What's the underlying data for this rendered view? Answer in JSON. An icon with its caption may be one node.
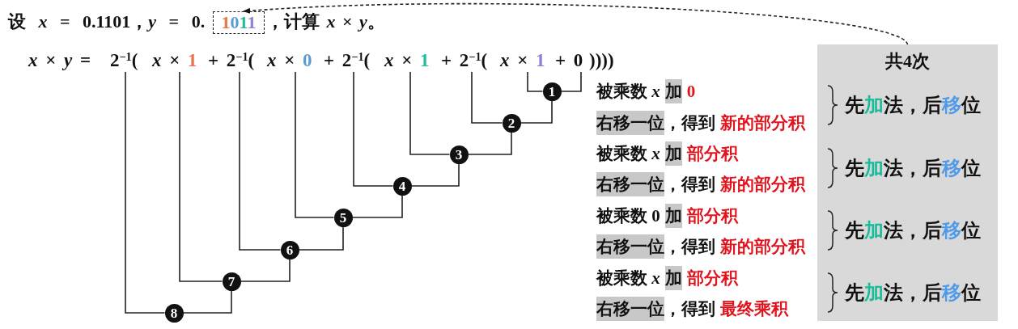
{
  "diagram": {
    "nodes": [
      {
        "text": [
          "1011"
        ]
      },
      {
        "text": [
          "2$^{−1}$("
        ]
      },
      {
        "text": [
          "*x* × 1"
        ]
      },
      {
        "text": [
          "+ 2$^{−1}$("
        ]
      },
      {
        "text": [
          "*x* × 0"
        ]
      },
      {
        "text": [
          "+ 2$^{−1}$("
        ]
      },
      {
        "text": [
          "*x* × 1"
        ]
      },
      {
        "text": [
          "+ 2$^{−1}$("
        ]
      },
      {
        "text": [
          "*x* × 1"
        ]
      },
      {
        "text": [
          "+ 0"
        ]
      },
      {
        "text": [
          "1"
        ]
      },
      {
        "text": [
          "2"
        ]
      },
      {
        "text": [
          "3"
        ]
      },
      {
        "text": [
          "4"
        ]
      },
      {
        "text": [
          "5"
        ]
      },
      {
        "text": [
          "6"
        ]
      },
      {
        "text": [
          "7"
        ]
      },
      {
        "text": [
          "8"
        ]
      },
      {
        "text": [
          "共4次",
          "先加法，后移位",
          "先加法，后移位",
          "先加法，后移位",
          "先加法，后移位"
        ]
      }
    ],
    "edges": [
      {
        "from": 18,
        "to": 0,
        "arrow": "to",
        "style": "dashed"
      },
      {
        "from": 8,
        "to": 10,
        "arrow": "none"
      },
      {
        "from": 9,
        "to": 10,
        "arrow": "none"
      },
      {
        "from": 7,
        "to": 11,
        "arrow": "none"
      },
      {
        "from": 10,
        "to": 11,
        "arrow": "none"
      },
      {
        "from": 6,
        "to": 12,
        "arrow": "none"
      },
      {
        "from": 11,
        "to": 12,
        "arrow": "none"
      },
      {
        "from": 5,
        "to": 13,
        "arrow": "none"
      },
      {
        "from": 12,
        "to": 13,
        "arrow": "none"
      },
      {
        "from": 4,
        "to": 14,
        "arrow": "none"
      },
      {
        "from": 13,
        "to": 14,
        "arrow": "none"
      },
      {
        "from": 3,
        "to": 15,
        "arrow": "none"
      },
      {
        "from": 14,
        "to": 15,
        "arrow": "none"
      },
      {
        "from": 2,
        "to": 16,
        "arrow": "none"
      },
      {
        "from": 15,
        "to": 16,
        "arrow": "none"
      },
      {
        "from": 1,
        "to": 17,
        "arrow": "none"
      },
      {
        "from": 16,
        "to": 17,
        "arrow": "none"
      }
    ],
    "labels": [
      "设 *x* = 0.1101，*y* = 0.",
      "，计算 *x* × *y*。",
      "*x* × *y* =",
      "))))",
      "被乘数 *x*",
      "加",
      "0",
      "右移一位",
      "，得到",
      "新的部分积",
      "被乘数 *x*",
      "加",
      "部分积",
      "右移一位",
      "，得到",
      "新的部分积",
      "被乘数 0",
      "加",
      "部分积",
      "右移一位",
      "，得到",
      "新的部分积",
      "被乘数 *x*",
      "加",
      "部分积",
      "右移一位",
      "，得到",
      "最终乘积"
    ]
  }
}
